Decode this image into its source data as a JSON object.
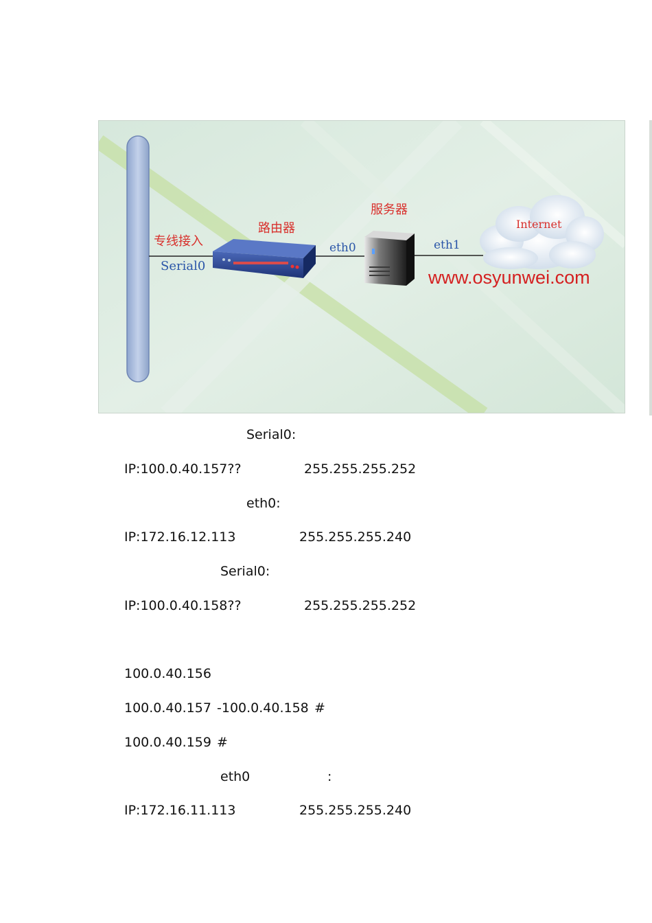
{
  "diagram": {
    "label_leased_line": "专线接入",
    "label_router": "路由器",
    "label_server": "服务器",
    "label_serial": "Serial0",
    "label_eth0": "eth0",
    "label_eth1": "eth1",
    "label_internet": "Internet",
    "watermark": "www.osyunwei.com"
  },
  "document": {
    "lines": [
      "Serial0:",
      "IP:100.0.40.157??",
      "255.255.255.252",
      "eth0:",
      "IP:172.16.12.113",
      "255.255.255.240",
      "Serial0:",
      "IP:100.0.40.158??",
      "255.255.255.252",
      "100.0.40.156",
      "100.0.40.157",
      "-100.0.40.158",
      "#",
      "100.0.40.159",
      "#",
      "eth0",
      ":",
      "IP:172.16.11.113",
      "255.255.255.240"
    ]
  }
}
